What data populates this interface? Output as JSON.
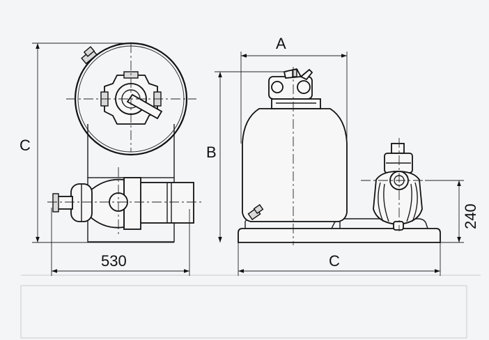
{
  "labels": {
    "dim_a": "A",
    "dim_b": "B",
    "dim_c_left": "C",
    "dim_c_bottom": "C",
    "dim_530": "530",
    "dim_240": "240"
  }
}
